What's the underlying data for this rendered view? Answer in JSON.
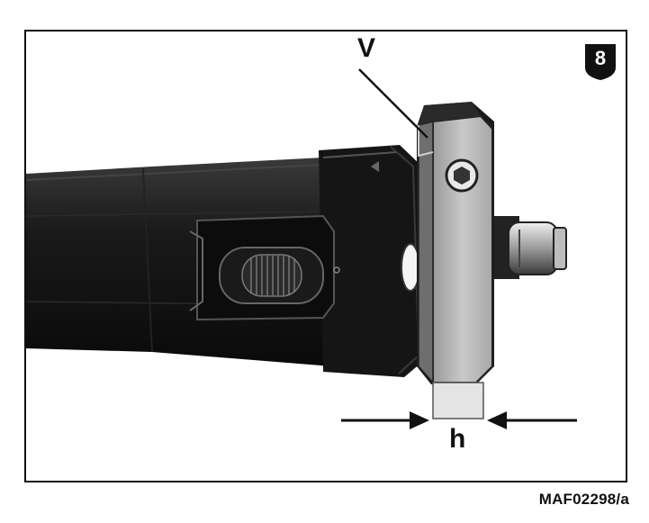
{
  "figure": {
    "step_number": "8",
    "callout_v": "V",
    "dimension_h": "h",
    "code": "MAF02298/a"
  },
  "colors": {
    "ink": "#111111",
    "bracket_face": "#b9b9b9",
    "gauge_block": "#e4e4e4"
  },
  "icons": {
    "step_badge": "shield-badge",
    "bolt": "hex-socket-bolt",
    "arrows": "dimension-arrows"
  }
}
